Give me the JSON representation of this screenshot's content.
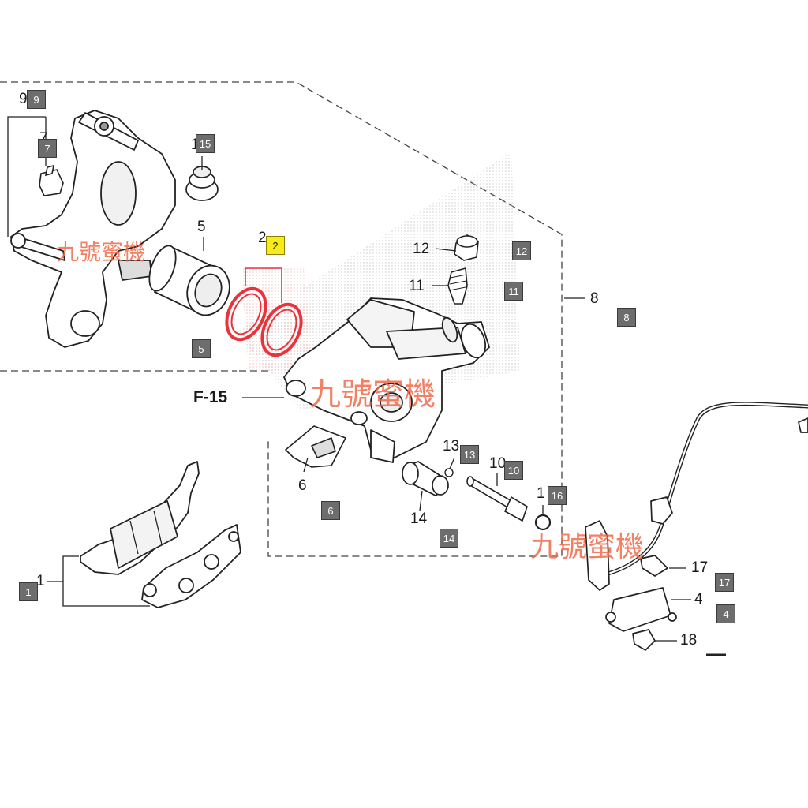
{
  "diagram": {
    "callout": "F-15",
    "part_numbers": [
      "9",
      "7",
      "15",
      "5",
      "2",
      "12",
      "11",
      "8",
      "13",
      "10",
      "1",
      "16",
      "6",
      "14",
      "1",
      "17",
      "4",
      "18"
    ],
    "ref_boxes": [
      "9",
      "7",
      "15",
      "5",
      "2",
      "12",
      "11",
      "8",
      "6",
      "13",
      "10",
      "16",
      "14",
      "1",
      "17",
      "4"
    ],
    "highlighted_part": "2",
    "highlight_color": "#e8333a",
    "ref_box_color": "#6d6d6d",
    "highlight_box_color": "#f7ec1a",
    "watermark": "九號蜜機"
  }
}
